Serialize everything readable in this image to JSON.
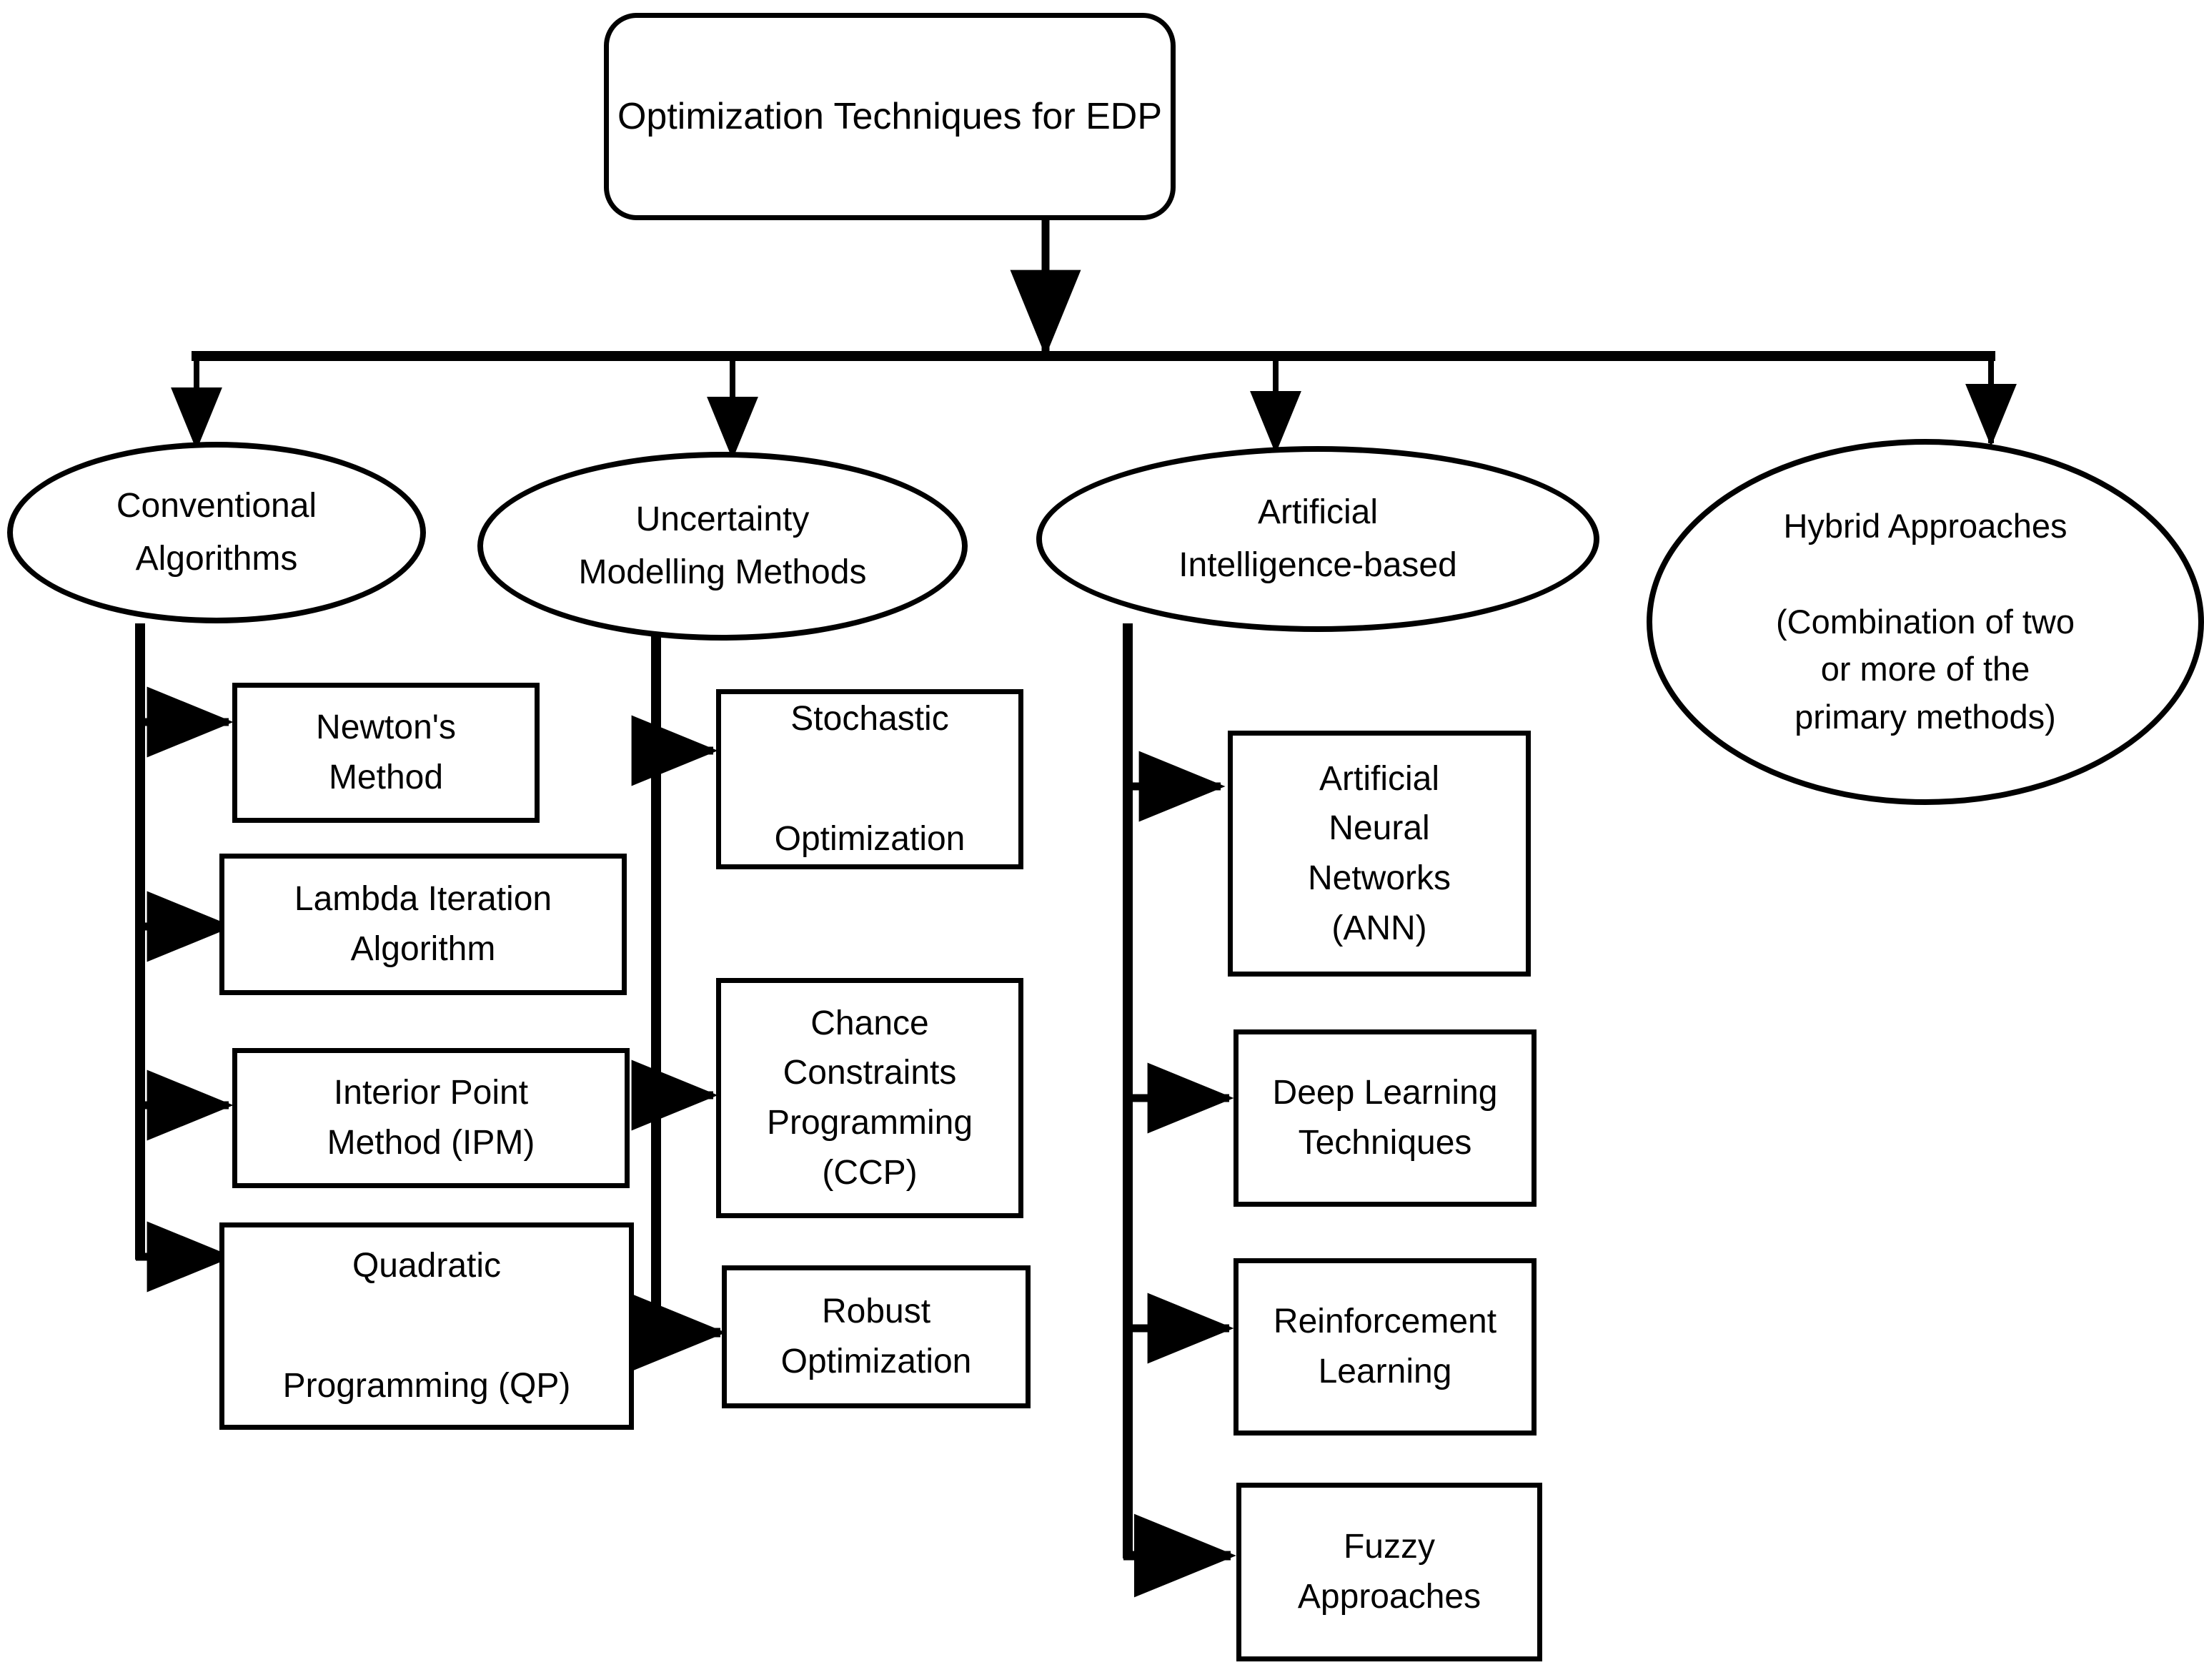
{
  "diagram": {
    "title": "Optimization Techniques for EDP",
    "type": "hierarchical-tree-flowchart",
    "stroke_color": "#000000",
    "background_color": "#ffffff"
  },
  "root": {
    "label": "Optimization Techniques for EDP"
  },
  "categories": [
    {
      "id": "conventional",
      "label": "Conventional\nAlgorithms"
    },
    {
      "id": "uncertainty",
      "label": "Uncertainty\nModelling Methods"
    },
    {
      "id": "ai",
      "label": "Artificial\nIntelligence-based"
    },
    {
      "id": "hybrid",
      "label": "Hybrid Approaches\n\n(Combination of two\nor more of the\nprimary methods)"
    }
  ],
  "conventional_items": [
    {
      "label": "Newton's\nMethod"
    },
    {
      "label": "Lambda Iteration\nAlgorithm"
    },
    {
      "label": "Interior Point\nMethod (IPM)"
    },
    {
      "label": "Quadratic\n\nProgramming (QP)"
    }
  ],
  "uncertainty_items": [
    {
      "label": "Stochastic\n\nOptimization"
    },
    {
      "label": "Chance\nConstraints\nProgramming\n(CCP)"
    },
    {
      "label": "Robust\nOptimization"
    }
  ],
  "ai_items": [
    {
      "label": "Artificial\nNeural\nNetworks\n(ANN)"
    },
    {
      "label": "Deep Learning\nTechniques"
    },
    {
      "label": "Reinforcement\nLearning"
    },
    {
      "label": "Fuzzy\nApproaches"
    }
  ]
}
